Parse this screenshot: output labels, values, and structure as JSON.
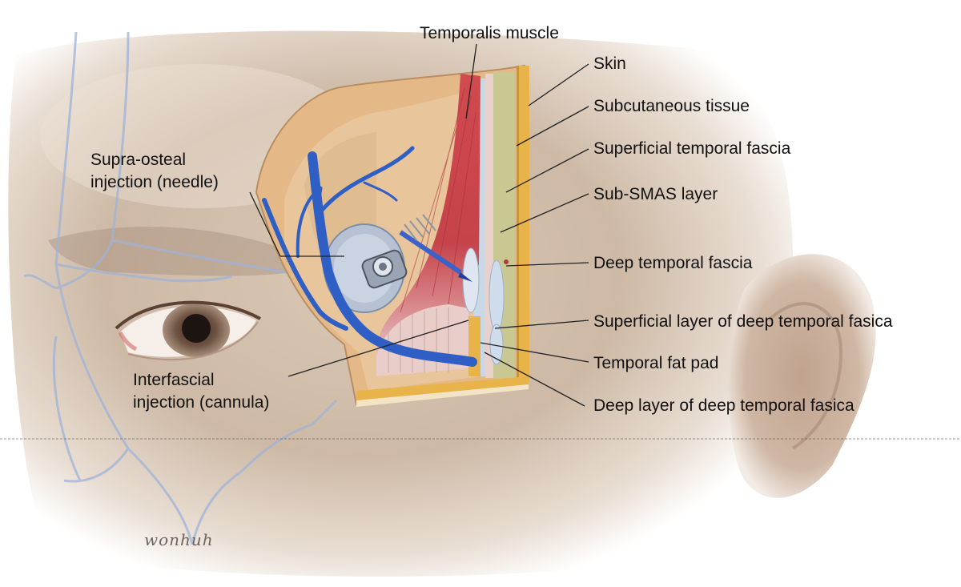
{
  "labels": {
    "temporalis_muscle": "Temporalis muscle",
    "skin": "Skin",
    "subcutaneous_tissue": "Subcutaneous tissue",
    "superficial_temporal_fascia": "Superficial temporal fascia",
    "sub_smas_layer": "Sub-SMAS layer",
    "deep_temporal_fascia": "Deep temporal fascia",
    "superficial_layer_dtf": "Superficial layer of deep temporal fasica",
    "temporal_fat_pad": "Temporal fat pad",
    "deep_layer_dtf": "Deep layer of deep temporal fasica",
    "supra_osteal_line1": "Supra-osteal",
    "supra_osteal_line2": "injection (needle)",
    "interfascial_line1": "Interfascial",
    "interfascial_line2": "injection (cannula)"
  },
  "signature": "wonhuh",
  "colors": {
    "background": "#ffffff",
    "skin_tone": "#d8c7b5",
    "muscle": "#c8434a",
    "vein": "#2f5fc4",
    "fat": "#e8b44a",
    "fascia": "#c9d8e6",
    "label_text": "#111111",
    "leader_line": "#222222"
  },
  "icons": {
    "needle": "syringe-needle-icon",
    "cannula": "cannula-icon"
  }
}
